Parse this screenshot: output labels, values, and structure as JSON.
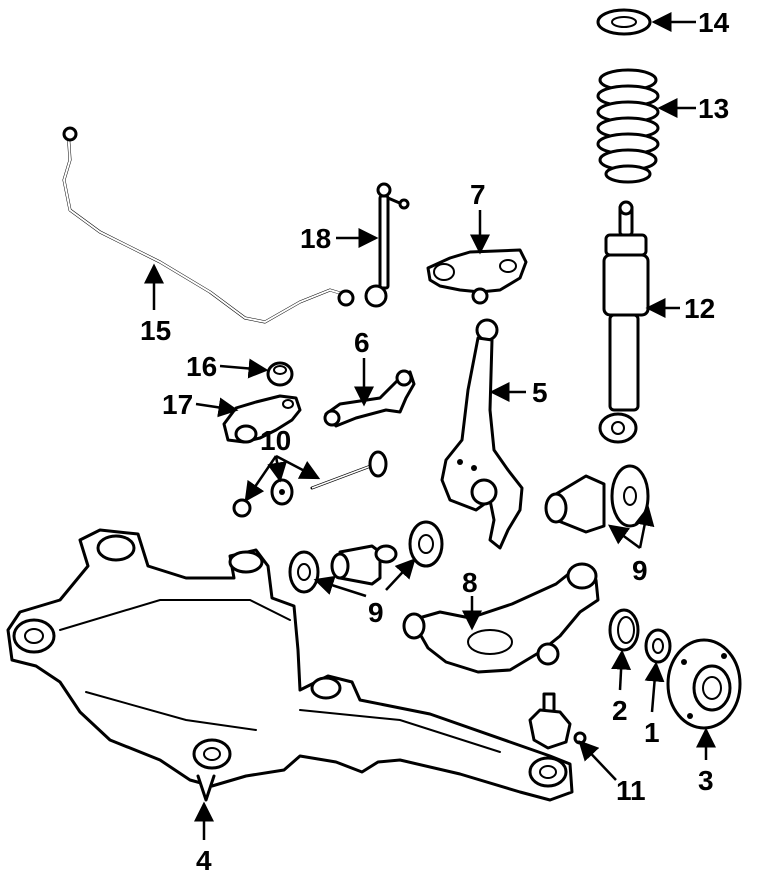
{
  "callouts": {
    "c1": "1",
    "c2": "2",
    "c3": "3",
    "c4": "4",
    "c5": "5",
    "c6": "6",
    "c7": "7",
    "c8": "8",
    "c9a": "9",
    "c9b": "9",
    "c10": "10",
    "c11": "11",
    "c12": "12",
    "c13": "13",
    "c14": "14",
    "c15": "15",
    "c16": "16",
    "c17": "17",
    "c18": "18"
  }
}
